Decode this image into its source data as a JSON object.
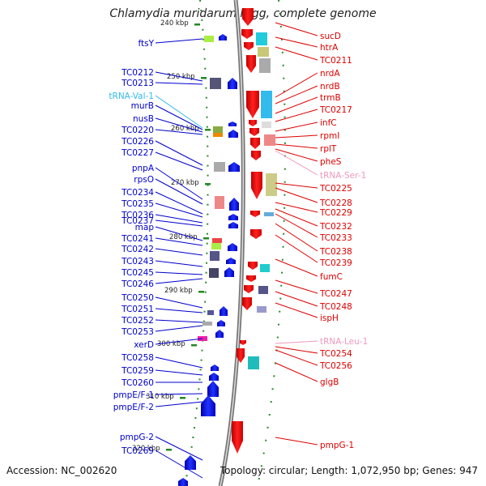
{
  "title": "Chlamydia muridarum Nigg, complete genome",
  "footer": {
    "accession": "Accession: NC_002620",
    "summary": "Topology: circular; Length: 1,072,950 bp; Genes: 947"
  },
  "colors": {
    "left_labels": "#0000cc",
    "right_labels": "#dd0000",
    "trna_left": "#33bbee",
    "trna_right": "#ee99bb",
    "backbone": "#888888",
    "tick": "#228822"
  },
  "ticks": [
    {
      "label": "240 kbp"
    },
    {
      "label": "250 kbp"
    },
    {
      "label": "260 kbp"
    },
    {
      "label": "270 kbp"
    },
    {
      "label": "280 kbp"
    },
    {
      "label": "290 kbp"
    },
    {
      "label": "300 kbp"
    },
    {
      "label": "310 kbp"
    },
    {
      "label": "320 kbp"
    }
  ],
  "left_genes": [
    {
      "label": "ftsY"
    },
    {
      "label": "TC0212"
    },
    {
      "label": "TC0213"
    },
    {
      "label": "tRNA-Val-1",
      "trna": true
    },
    {
      "label": "murB"
    },
    {
      "label": "nusB"
    },
    {
      "label": "TC0220"
    },
    {
      "label": "TC0226"
    },
    {
      "label": "TC0227"
    },
    {
      "label": "pnpA"
    },
    {
      "label": "rpsO"
    },
    {
      "label": "TC0234"
    },
    {
      "label": "TC0235"
    },
    {
      "label": "TC0236"
    },
    {
      "label": "TC0237"
    },
    {
      "label": "map"
    },
    {
      "label": "TC0241"
    },
    {
      "label": "TC0242"
    },
    {
      "label": "TC0243"
    },
    {
      "label": "TC0245"
    },
    {
      "label": "TC0246"
    },
    {
      "label": "TC0250"
    },
    {
      "label": "TC0251"
    },
    {
      "label": "TC0252"
    },
    {
      "label": "TC0253"
    },
    {
      "label": "xerD"
    },
    {
      "label": "TC0258"
    },
    {
      "label": "TC0259"
    },
    {
      "label": "TC0260"
    },
    {
      "label": "pmpE/F-1"
    },
    {
      "label": "pmpE/F-2"
    },
    {
      "label": "pmpG-2"
    },
    {
      "label": "TC0269"
    }
  ],
  "right_genes": [
    {
      "label": "sucD"
    },
    {
      "label": "htrA"
    },
    {
      "label": "TC0211"
    },
    {
      "label": "nrdA"
    },
    {
      "label": "nrdB"
    },
    {
      "label": "trmB"
    },
    {
      "label": "TC0217"
    },
    {
      "label": "infC"
    },
    {
      "label": "rpmI"
    },
    {
      "label": "rplT"
    },
    {
      "label": "pheS"
    },
    {
      "label": "tRNA-Ser-1",
      "trna": true
    },
    {
      "label": "TC0225"
    },
    {
      "label": "TC0228"
    },
    {
      "label": "TC0229"
    },
    {
      "label": "TC0232"
    },
    {
      "label": "TC0233"
    },
    {
      "label": "TC0238"
    },
    {
      "label": "TC0239"
    },
    {
      "label": "fumC"
    },
    {
      "label": "TC0247"
    },
    {
      "label": "TC0248"
    },
    {
      "label": "ispH"
    },
    {
      "label": "tRNA-Leu-1",
      "trna": true
    },
    {
      "label": "TC0254"
    },
    {
      "label": "TC0256"
    },
    {
      "label": "glgB"
    },
    {
      "label": "pmpG-1"
    }
  ]
}
